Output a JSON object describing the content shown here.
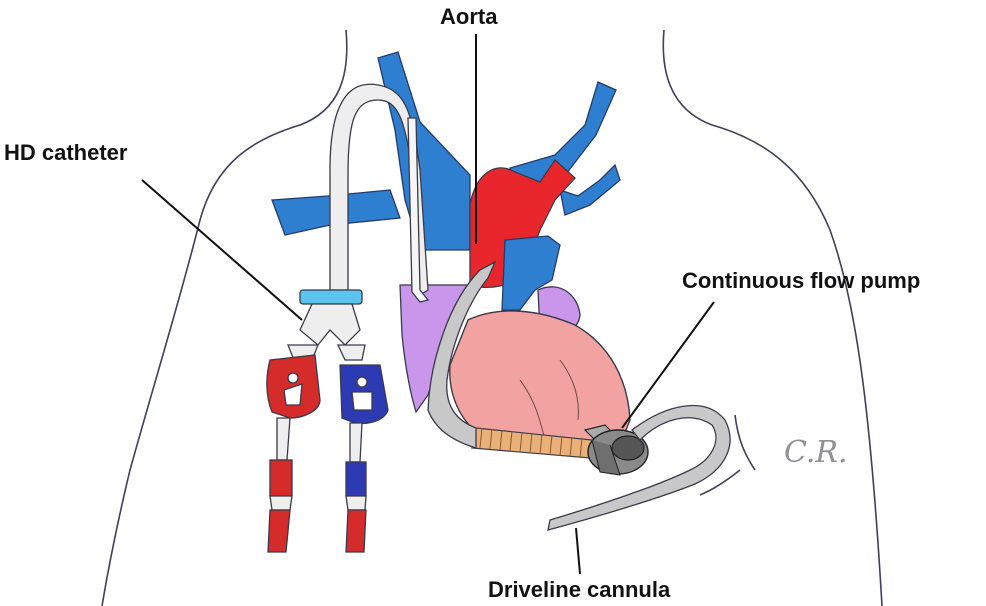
{
  "labels": {
    "aorta": "Aorta",
    "hd_catheter": "HD catheter",
    "pump": "Continuous flow pump",
    "driveline": "Driveline cannula"
  },
  "signature": "C.R.",
  "colors": {
    "vein": "#2f7fd1",
    "aorta": "#e8262b",
    "atrium": "#c996ec",
    "ventricle": "#f2a3a1",
    "catheter_red": "#d52b2b",
    "catheter_blue": "#2c3ab4",
    "clamp": "#5cc3ee",
    "cannula": "#c8c8c8",
    "pump_body": "#8a8a8a",
    "outline": "#3a3a4a"
  }
}
